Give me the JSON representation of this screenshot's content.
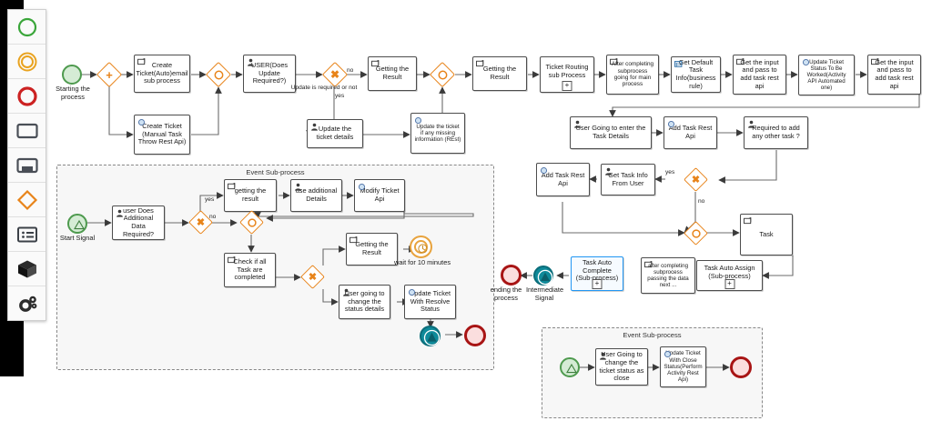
{
  "app": {
    "canvas_background": "#ffffff",
    "gutter_color": "#000000",
    "accent_orange": "#e8841a",
    "accent_green": "#4e9a4e",
    "accent_red": "#a81414",
    "accent_teal": "#0f8a9a",
    "accent_blue": "#2196f3"
  },
  "palette": {
    "items": [
      {
        "icon": "start-event-circle-icon",
        "label": "Start Event"
      },
      {
        "icon": "intermediate-event-double-circle-icon",
        "label": "Intermediate Event"
      },
      {
        "icon": "end-event-circle-icon",
        "label": "End Event"
      },
      {
        "icon": "task-rectangle-icon",
        "label": "Task"
      },
      {
        "icon": "subprocess-rectangle-icon",
        "label": "Sub-process"
      },
      {
        "icon": "gateway-diamond-icon",
        "label": "Gateway"
      },
      {
        "icon": "data-object-list-icon",
        "label": "Data Object"
      },
      {
        "icon": "cube-icon",
        "label": "Group"
      },
      {
        "icon": "gears-icon",
        "label": "Settings"
      }
    ]
  },
  "main_flow": {
    "start_event_label": "Starting the process",
    "nodes": [
      {
        "id": "t_create_auto",
        "text": "Create Ticket(Auto)email sub process",
        "icon": "service-task-icon"
      },
      {
        "id": "t_create_manual",
        "text": "Create Ticket (Manual Task Throw Rest Api)",
        "icon": "send-task-icon"
      },
      {
        "id": "t_user_update",
        "text": "USER(Does Update Required?)",
        "icon": "user-task-icon"
      },
      {
        "id": "t_update_details",
        "text": "Update the ticket details",
        "icon": "user-task-icon"
      },
      {
        "id": "t_update_missing",
        "text": "Update the ticket if any missing information (REst)",
        "icon": "send-task-icon"
      },
      {
        "id": "t_getting_result_1",
        "text": "Getting the Result",
        "icon": "service-task-icon"
      },
      {
        "id": "t_getting_result_2",
        "text": "Getting the Result",
        "icon": "service-task-icon"
      },
      {
        "id": "t_ticket_routing",
        "text": "Ticket Routing sub Process",
        "icon": "none",
        "marker": "+"
      },
      {
        "id": "t_after_completing",
        "text": "After completing subprocess going for main process",
        "icon": "service-task-icon"
      },
      {
        "id": "t_get_default",
        "text": "Get Default Task Info(business rule)",
        "icon": "business-rule-task-icon"
      },
      {
        "id": "t_get_input_1",
        "text": "Get the input and pass to add task rest api",
        "icon": "service-task-icon"
      },
      {
        "id": "t_update_status",
        "text": "Update Ticket Status To Be Worked(Activity API Automated one)",
        "icon": "send-task-icon"
      },
      {
        "id": "t_get_input_2",
        "text": "Get the input and pass to add task rest api",
        "icon": "service-task-icon"
      },
      {
        "id": "t_user_going_enter",
        "text": "User Going to enter the Task Details",
        "icon": "user-task-icon"
      },
      {
        "id": "t_add_task_rest_1",
        "text": "Add Task Rest Api",
        "icon": "send-task-icon"
      },
      {
        "id": "t_required_other",
        "text": "Required to add any other task ?",
        "icon": "user-task-icon"
      },
      {
        "id": "t_add_task_rest_2",
        "text": "Add Task Rest Api",
        "icon": "send-task-icon"
      },
      {
        "id": "t_get_task_info_user",
        "text": "Get Task Info From User",
        "icon": "user-task-icon"
      },
      {
        "id": "t_task",
        "text": "Task",
        "icon": "service-task-icon"
      },
      {
        "id": "t_task_auto_assign",
        "text": "Task Auto Assign (Sub-process)",
        "icon": "none",
        "marker": "+"
      },
      {
        "id": "t_after_passing",
        "text": "after completing subprocess passing the data next ...",
        "icon": "service-task-icon"
      },
      {
        "id": "t_task_auto_complete",
        "text": "Task Auto Complete (Sub-process)",
        "icon": "none",
        "marker": "+",
        "selected": true
      }
    ],
    "edge_labels": {
      "update_required": "Update is required or not",
      "no_1": "no",
      "yes_1": "yes",
      "yes_2": "yes",
      "no_2": "no"
    },
    "end_event_label": "ending the process",
    "intermediate_event_label": "Intermediate Signal"
  },
  "event_subprocess_left": {
    "title": "Event Sub-process",
    "start_label": "Start Signal",
    "nodes": [
      {
        "id": "es_user_add_data",
        "text": "user Does Additional Data Required?",
        "icon": "user-task-icon"
      },
      {
        "id": "es_getting_result",
        "text": "getting the result",
        "icon": "service-task-icon"
      },
      {
        "id": "es_use_additional",
        "text": "use additional Details",
        "icon": "user-task-icon"
      },
      {
        "id": "es_modify_ticket",
        "text": "Modify Ticket Api",
        "icon": "send-task-icon"
      },
      {
        "id": "es_check_all_task",
        "text": "Check if all Task are completed",
        "icon": "service-task-icon"
      },
      {
        "id": "es_getting_result2",
        "text": "Getting the Result",
        "icon": "service-task-icon"
      },
      {
        "id": "es_user_change_status",
        "text": "User going to change the status details",
        "icon": "user-task-icon"
      },
      {
        "id": "es_update_resolve",
        "text": "Update Ticket With Resolve Status",
        "icon": "send-task-icon"
      }
    ],
    "edge_labels": {
      "yes": "yes",
      "no": "no"
    },
    "timer_label": "wait for 10 minutes"
  },
  "event_subprocess_right": {
    "title": "Event Sub-process",
    "nodes": [
      {
        "id": "esr_user_close",
        "text": "User Going to change the ticket status as close",
        "icon": "user-task-icon"
      },
      {
        "id": "esr_update_close",
        "text": "Update Ticket With Close Status(Perform Activity Rest Api)",
        "icon": "send-task-icon"
      }
    ]
  }
}
